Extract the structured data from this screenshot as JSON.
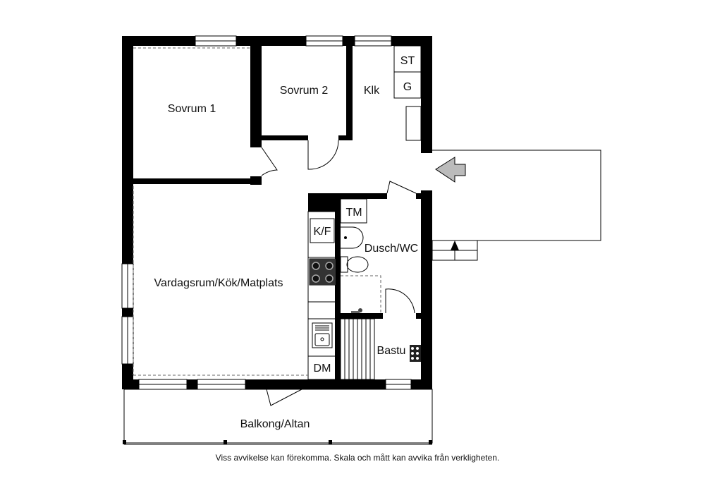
{
  "rooms": {
    "sovrum1": "Sovrum 1",
    "sovrum2": "Sovrum 2",
    "klk": "Klk",
    "vardagsrum": "Vardagsrum/Kök/Matplats",
    "dusch": "Dusch/WC",
    "bastu": "Bastu",
    "balkong": "Balkong/Altan"
  },
  "fixtures": {
    "st": "ST",
    "g": "G",
    "tm": "TM",
    "kf": "K/F",
    "dm": "DM"
  },
  "disclaimer": "Viss avvikelse kan förekomma. Skala och mått kan avvika från verkligheten."
}
